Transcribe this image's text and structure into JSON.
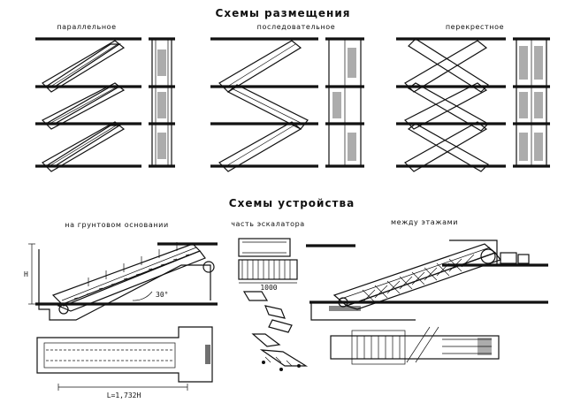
{
  "titles": {
    "placement": "Схемы размещения",
    "construction": "Схемы устройства"
  },
  "placement_schemes": [
    {
      "label": "параллельное"
    },
    {
      "label": "последовательное"
    },
    {
      "label": "перекрестное"
    }
  ],
  "construction_schemes": [
    {
      "label": "на грунтовом основании"
    },
    {
      "label": "часть эскалатора"
    },
    {
      "label": "между этажами"
    }
  ],
  "annotations": {
    "height": "Н",
    "angle": "30°",
    "span": "1000",
    "length": "L=1,732H"
  }
}
